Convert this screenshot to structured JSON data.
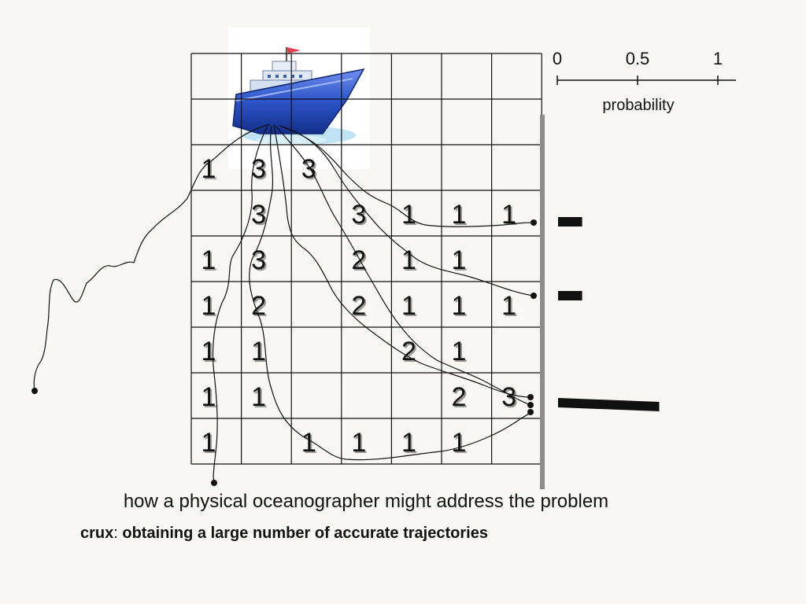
{
  "grid": {
    "rows": [
      [
        "",
        "",
        "",
        "",
        "",
        "",
        ""
      ],
      [
        "",
        "",
        "",
        "",
        "",
        "",
        ""
      ],
      [
        "1",
        "3",
        "3",
        "",
        "",
        "",
        ""
      ],
      [
        "",
        "3",
        "",
        "3",
        "1",
        "1",
        "1"
      ],
      [
        "1",
        "3",
        "",
        "2",
        "1",
        "1",
        ""
      ],
      [
        "1",
        "2",
        "",
        "2",
        "1",
        "1",
        "1"
      ],
      [
        "1",
        "1",
        "",
        "",
        "2",
        "1",
        ""
      ],
      [
        "1",
        "1",
        "",
        "",
        "",
        "2",
        "3"
      ],
      [
        "1",
        "",
        "1",
        "1",
        "1",
        "1",
        ""
      ]
    ]
  },
  "scale": {
    "label": "probability",
    "ticks": [
      "0",
      "0.5",
      "1"
    ],
    "ticks_values": [
      0,
      0.5,
      1
    ]
  },
  "coast_bars": [
    {
      "probability": 0.15
    },
    {
      "probability": 0.15
    },
    {
      "probability": 0.63
    }
  ],
  "ship_icon": "ship-icon",
  "caption": "how a physical oceanographer might address the problem",
  "crux": {
    "term": "crux",
    "separator": ":",
    "text": "obtaining a large number of accurate trajectories"
  },
  "colors": {
    "background": "#f8f7f3",
    "coast": "#8c8c8c",
    "ship_hull": "#2b54c8",
    "water": "#bfe3f5",
    "flag": "#e04050"
  }
}
